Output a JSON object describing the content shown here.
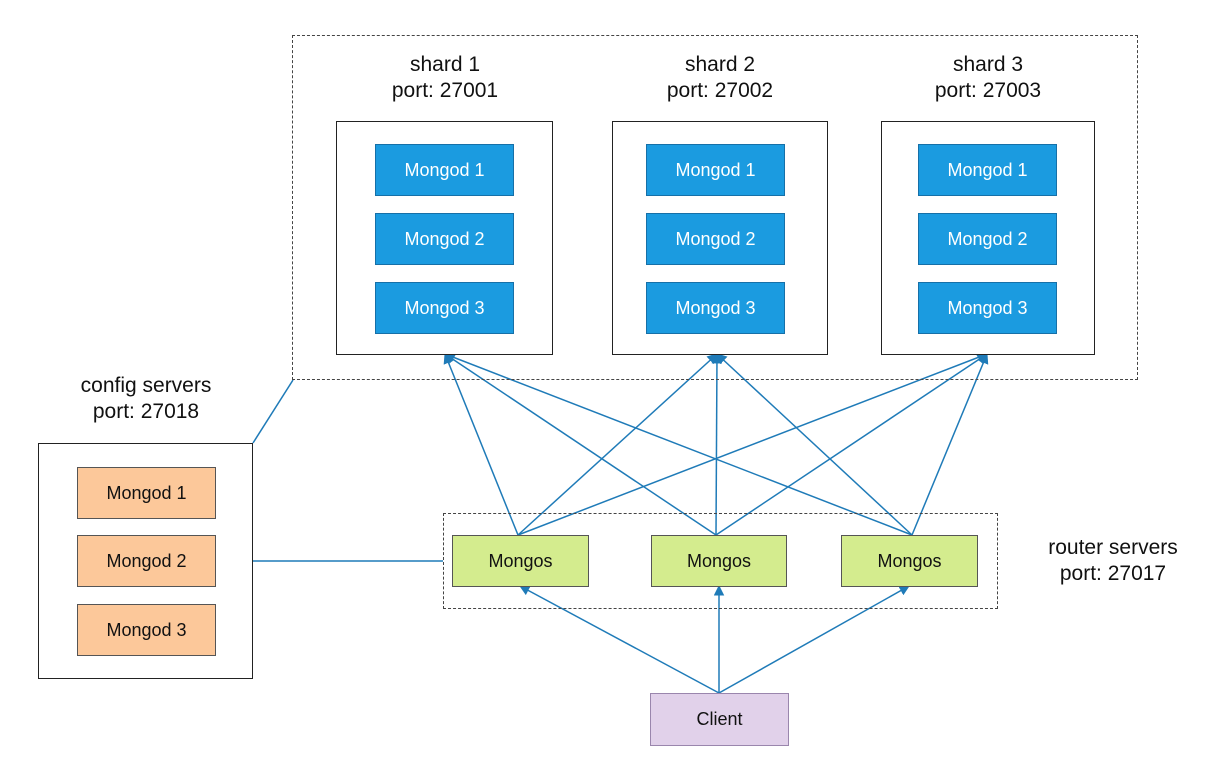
{
  "colors": {
    "link": "#1f7bb8",
    "mongod_shard": "#1b9be0",
    "mongod_config": "#fcc89a",
    "mongos": "#d4ec8e",
    "client": "#e1d1ea"
  },
  "shards": [
    {
      "name": "shard 1",
      "port": "port: 27001",
      "members": [
        "Mongod 1",
        "Mongod 2",
        "Mongod 3"
      ]
    },
    {
      "name": "shard 2",
      "port": "port: 27002",
      "members": [
        "Mongod 1",
        "Mongod 2",
        "Mongod 3"
      ]
    },
    {
      "name": "shard 3",
      "port": "port: 27003",
      "members": [
        "Mongod 1",
        "Mongod 2",
        "Mongod 3"
      ]
    }
  ],
  "config": {
    "name": "config servers",
    "port": "port: 27018",
    "members": [
      "Mongod 1",
      "Mongod 2",
      "Mongod 3"
    ]
  },
  "router": {
    "name": "router servers",
    "port": "port: 27017",
    "members": [
      "Mongos",
      "Mongos",
      "Mongos"
    ]
  },
  "client": {
    "label": "Client"
  }
}
